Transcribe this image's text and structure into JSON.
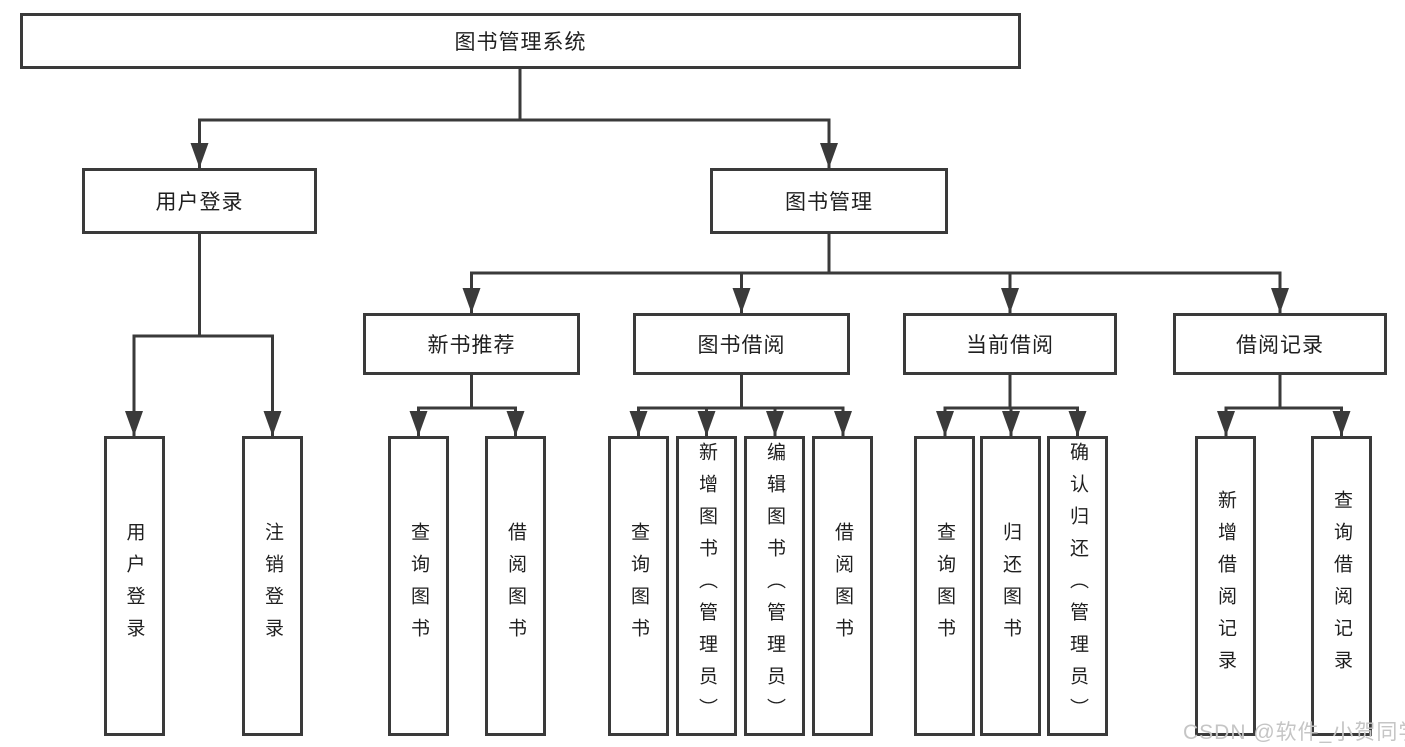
{
  "diagram": {
    "type": "org-tree",
    "colors": {
      "line": "#3a3a3a",
      "box_border": "#3a3a3a",
      "box_fill": "#ffffff",
      "text": "#1f1f1f",
      "watermark": "#c5c5c5"
    },
    "root": {
      "label": "图书管理系统"
    },
    "level2": [
      {
        "id": "user-login",
        "label": "用户登录"
      },
      {
        "id": "book-management",
        "label": "图书管理"
      }
    ],
    "level3": [
      {
        "id": "new-book-recommend",
        "label": "新书推荐"
      },
      {
        "id": "book-borrowing",
        "label": "图书借阅"
      },
      {
        "id": "current-borrowing",
        "label": "当前借阅"
      },
      {
        "id": "borrowing-records",
        "label": "借阅记录"
      }
    ],
    "leaves": {
      "user_login": [
        {
          "label": "用户登录"
        },
        {
          "label": "注销登录"
        }
      ],
      "new_book_recommend": [
        {
          "label": "查询图书"
        },
        {
          "label": "借阅图书"
        }
      ],
      "book_borrowing": [
        {
          "label": "查询图书"
        },
        {
          "label": "新增图书（管理员）"
        },
        {
          "label": "编辑图书（管理员）"
        },
        {
          "label": "借阅图书"
        }
      ],
      "current_borrowing": [
        {
          "label": "查询图书"
        },
        {
          "label": "归还图书"
        },
        {
          "label": "确认归还（管理员）"
        }
      ],
      "borrowing_records": [
        {
          "label": "新增借阅记录"
        },
        {
          "label": "查询借阅记录"
        }
      ]
    }
  },
  "watermark": {
    "text": "CSDN @软件_小贺同学"
  }
}
